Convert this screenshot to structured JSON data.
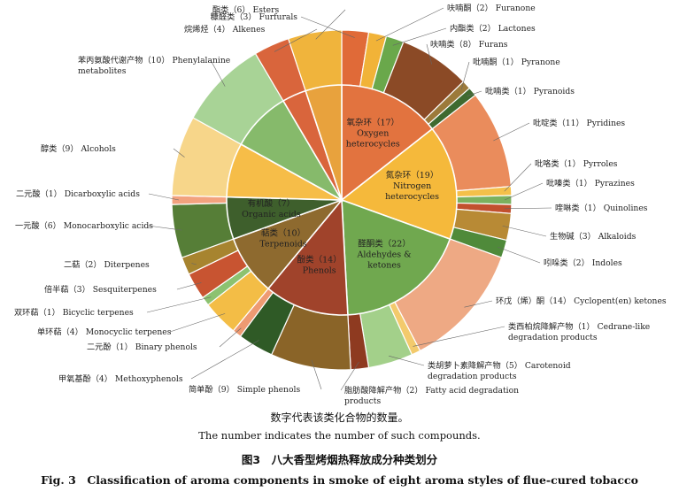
{
  "chart_data": {
    "type": "sunburst",
    "note": "donut with inner ring of compound classes and outer ring of sub-classes",
    "inner": [
      {
        "key": "oxygen",
        "value": 17,
        "label1": "氧杂环（17）",
        "label2": "Oxygen",
        "label3": "heterocycles",
        "color": "#E2733F"
      },
      {
        "key": "nitrogen",
        "value": 19,
        "label1": "氮杂环（19）",
        "label2": "Nitrogen",
        "label3": "heterocycles",
        "color": "#F5B93B"
      },
      {
        "key": "aldehydes",
        "value": 22,
        "label1": "醛酮类（22）",
        "label2": "Aldehydes &",
        "label3": "ketones",
        "color": "#70A84F"
      },
      {
        "key": "phenols",
        "value": 14,
        "label1": "酚类（14）",
        "label2": "Phenols",
        "label3": "",
        "color": "#A0432B"
      },
      {
        "key": "terpenoids",
        "value": 10,
        "label1": "萜类（10）",
        "label2": "Terpenoids",
        "label3": "",
        "color": "#8E6A2F"
      },
      {
        "key": "organic",
        "value": 7,
        "label1": "有机酸（7）",
        "label2": "Organic acids",
        "label3": "",
        "color": "#3E5F2C"
      },
      {
        "key": "alcohols",
        "value": 9,
        "label1": "",
        "label2": "",
        "label3": "",
        "color": "#F6BD48"
      },
      {
        "key": "phenyl",
        "value": 10,
        "label1": "",
        "label2": "",
        "label3": "",
        "color": "#86BA6B"
      },
      {
        "key": "alkenes",
        "value": 4,
        "label1": "",
        "label2": "",
        "label3": "",
        "color": "#D9653C"
      },
      {
        "key": "esters",
        "value": 6,
        "label1": "",
        "label2": "",
        "label3": "",
        "color": "#E8A23D"
      }
    ],
    "outer": [
      {
        "value": 3,
        "label": "糠醛类（3） Furfurals",
        "color": "#E06A38"
      },
      {
        "value": 2,
        "label": "呋喃酮（2） Furanone",
        "color": "#F1B338"
      },
      {
        "value": 2,
        "label": "内酯类（2） Lactones",
        "color": "#6AA84B"
      },
      {
        "value": 8,
        "label": "呋喃类（8） Furans",
        "color": "#8B4A26"
      },
      {
        "value": 1,
        "label": "吡喃酮（1） Pyranone",
        "color": "#9C7A3A"
      },
      {
        "value": 1,
        "label": "吡喃类（1） Pyranoids",
        "color": "#3F6A30"
      },
      {
        "value": 11,
        "label": "吡啶类（11） Pyridines",
        "color": "#EA8C5C"
      },
      {
        "value": 1,
        "label": "吡咯类（1） Pyrroles",
        "color": "#F4C04A"
      },
      {
        "value": 1,
        "label": "吡嗪类（1） Pyrazines",
        "color": "#7BB15E"
      },
      {
        "value": 1,
        "label": "喹啉类（1） Quinolines",
        "color": "#C2502E"
      },
      {
        "value": 3,
        "label": "生物碱（3） Alkaloids",
        "color": "#B88A35"
      },
      {
        "value": 2,
        "label": "吲哚类（2） Indoles",
        "color": "#4F8A3A"
      },
      {
        "value": 14,
        "label": "环戊（烯）酮（14） Cyclopent(en) ketones",
        "color": "#EEA984"
      },
      {
        "value": 1,
        "label": "类西柏烷降解产物（1） Cedrane-like degradation products",
        "color": "#F3CA6C"
      },
      {
        "value": 5,
        "label": "类胡萝卜素降解产物（5） Carotenoid degradation products",
        "color": "#A3D08A"
      },
      {
        "value": 2,
        "label": "脂肪酸降解产物（2） Fatty acid degradation products",
        "color": "#8E3A20"
      },
      {
        "value": 9,
        "label": "简单酚（9） Simple phenols",
        "color": "#8A6428"
      },
      {
        "value": 4,
        "label": "甲氧基酚（4） Methoxyphenols",
        "color": "#2F5A26"
      },
      {
        "value": 1,
        "label": "二元酚（1） Binary phenols",
        "color": "#EE9A72"
      },
      {
        "value": 4,
        "label": "单环萜（4） Monocyclic terpenes",
        "color": "#F3BD46"
      },
      {
        "value": 1,
        "label": "双环萜（1） Bicyclic terpenes",
        "color": "#8CC270"
      },
      {
        "value": 3,
        "label": "倍半萜（3） Sesquiterpenes",
        "color": "#C85431"
      },
      {
        "value": 2,
        "label": "二萜（2） Diterpenes",
        "color": "#A7842F"
      },
      {
        "value": 6,
        "label": "一元酸（6） Monocarboxylic acids",
        "color": "#567E37"
      },
      {
        "value": 1,
        "label": "二元酸（1） Dicarboxylic acids",
        "color": "#F2A27E"
      },
      {
        "value": 9,
        "label": "醇类（9） Alcohols",
        "color": "#F7D68A"
      },
      {
        "value": 10,
        "label": "苯丙氨酸代谢产物（10） Phenylalanine metabolites",
        "color": "#A8D396"
      },
      {
        "value": 4,
        "label": "烷烯烃（4） Alkenes",
        "color": "#D9653C"
      },
      {
        "value": 6,
        "label": "酯类（6） Esters",
        "color": "#F0B43C"
      }
    ]
  },
  "captions": {
    "note_cn": "数字代表该类化合物的数量。",
    "note_en": "The number indicates the number of such compounds.",
    "fig_cn": "图3　八大香型烤烟热释放成分种类划分",
    "fig_en": "Fig. 3　Classification of aroma components in smoke of eight aroma styles of flue-cured tobacco"
  }
}
